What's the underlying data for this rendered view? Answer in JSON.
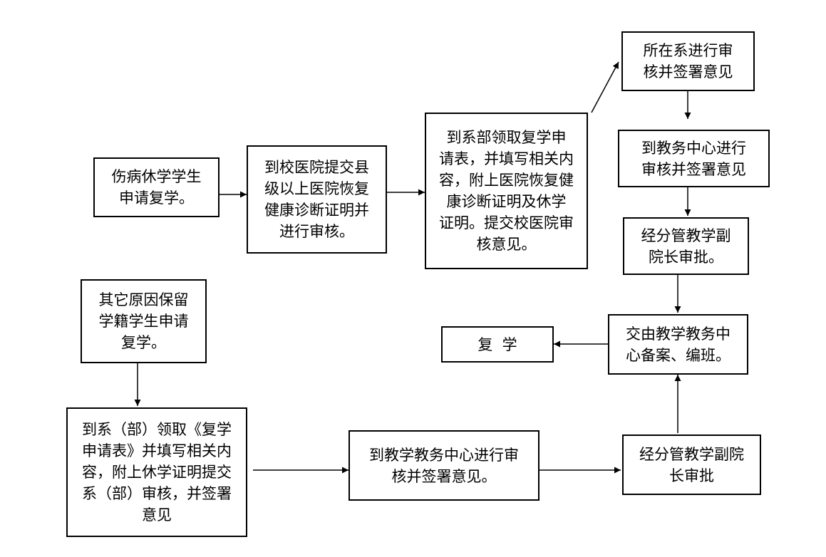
{
  "nodes": {
    "injury_start": "伤病休学学生\n申请复学。",
    "hospital_check": "到校医院提交县\n级以上医院恢复\n健康诊断证明并\n进行审核。",
    "dept_form_injury": "到系部领取复学申\n请表，并填写相关内\n容，附上医院恢复健\n康诊断证明及休学\n证明。提交校医院审\n核意见。",
    "dept_review": "所在系进行审\n核并签署意见",
    "academic_review_1": "到教务中心进行\n审核并签署意见",
    "vice_approve_1": "经分管教学副\n院长审批。",
    "archive": "交由教学教务中\n心备案、编班。",
    "resume": "复  学",
    "other_start": "其它原因保留\n学籍学生申请\n复学。",
    "dept_form_other": "到系（部）领取《复学\n申请表》并填写相关内\n容，附上休学证明提交\n系（部）审核，并签署\n意见",
    "academic_review_2": "到教学教务中心进行审\n核并签署意见。",
    "vice_approve_2": "经分管教学副院\n长审批"
  }
}
